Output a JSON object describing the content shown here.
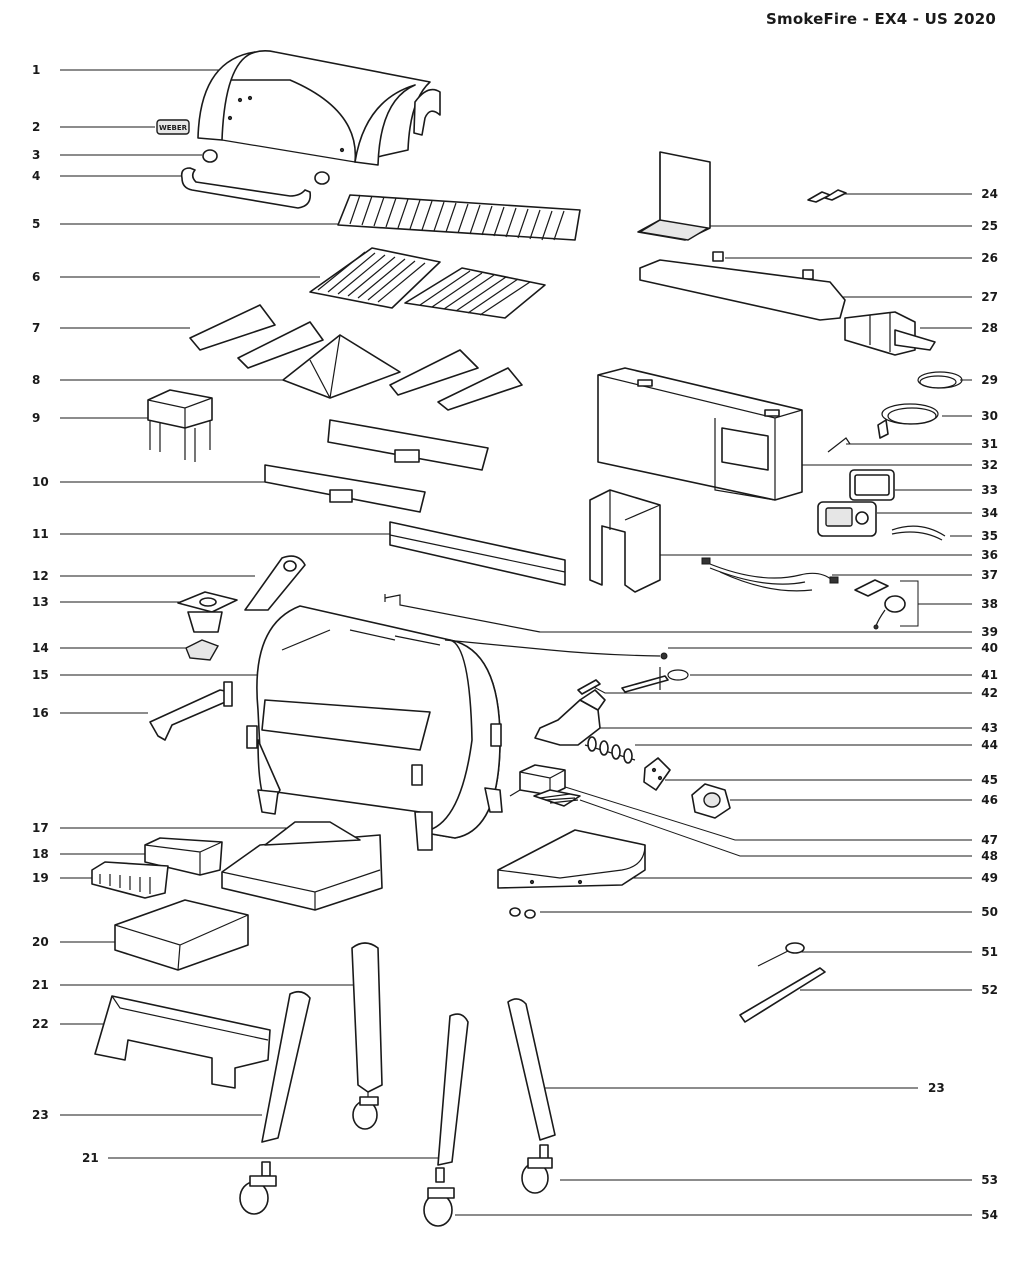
{
  "title": "SmokeFire - EX4 - US 2020",
  "labels": [
    {
      "id": "1",
      "text": "1"
    },
    {
      "id": "2",
      "text": "2"
    },
    {
      "id": "3",
      "text": "3"
    },
    {
      "id": "4",
      "text": "4"
    },
    {
      "id": "5",
      "text": "5"
    },
    {
      "id": "6",
      "text": "6"
    },
    {
      "id": "7",
      "text": "7"
    },
    {
      "id": "8",
      "text": "8"
    },
    {
      "id": "9",
      "text": "9"
    },
    {
      "id": "10",
      "text": "10"
    },
    {
      "id": "11",
      "text": "11"
    },
    {
      "id": "12",
      "text": "12"
    },
    {
      "id": "13",
      "text": "13"
    },
    {
      "id": "14",
      "text": "14"
    },
    {
      "id": "15",
      "text": "15"
    },
    {
      "id": "16",
      "text": "16"
    },
    {
      "id": "17",
      "text": "17"
    },
    {
      "id": "18",
      "text": "18"
    },
    {
      "id": "19",
      "text": "19"
    },
    {
      "id": "20",
      "text": "20"
    },
    {
      "id": "21a",
      "text": "21"
    },
    {
      "id": "22",
      "text": "22"
    },
    {
      "id": "23a",
      "text": "23"
    },
    {
      "id": "21b",
      "text": "21"
    },
    {
      "id": "24",
      "text": "24"
    },
    {
      "id": "25",
      "text": "25"
    },
    {
      "id": "26",
      "text": "26"
    },
    {
      "id": "27",
      "text": "27"
    },
    {
      "id": "28",
      "text": "28"
    },
    {
      "id": "29",
      "text": "29"
    },
    {
      "id": "30",
      "text": "30"
    },
    {
      "id": "31",
      "text": "31"
    },
    {
      "id": "32",
      "text": "32"
    },
    {
      "id": "33",
      "text": "33"
    },
    {
      "id": "34",
      "text": "34"
    },
    {
      "id": "35",
      "text": "35"
    },
    {
      "id": "36",
      "text": "36"
    },
    {
      "id": "37",
      "text": "37"
    },
    {
      "id": "38",
      "text": "38"
    },
    {
      "id": "39",
      "text": "39"
    },
    {
      "id": "40",
      "text": "40"
    },
    {
      "id": "41",
      "text": "41"
    },
    {
      "id": "42",
      "text": "42"
    },
    {
      "id": "43",
      "text": "43"
    },
    {
      "id": "44",
      "text": "44"
    },
    {
      "id": "45",
      "text": "45"
    },
    {
      "id": "46",
      "text": "46"
    },
    {
      "id": "47",
      "text": "47"
    },
    {
      "id": "48",
      "text": "48"
    },
    {
      "id": "49",
      "text": "49"
    },
    {
      "id": "50",
      "text": "50"
    },
    {
      "id": "51",
      "text": "51"
    },
    {
      "id": "52",
      "text": "52"
    },
    {
      "id": "23b",
      "text": "23"
    },
    {
      "id": "53",
      "text": "53"
    },
    {
      "id": "54",
      "text": "54"
    }
  ],
  "badge_text": "WEBER"
}
